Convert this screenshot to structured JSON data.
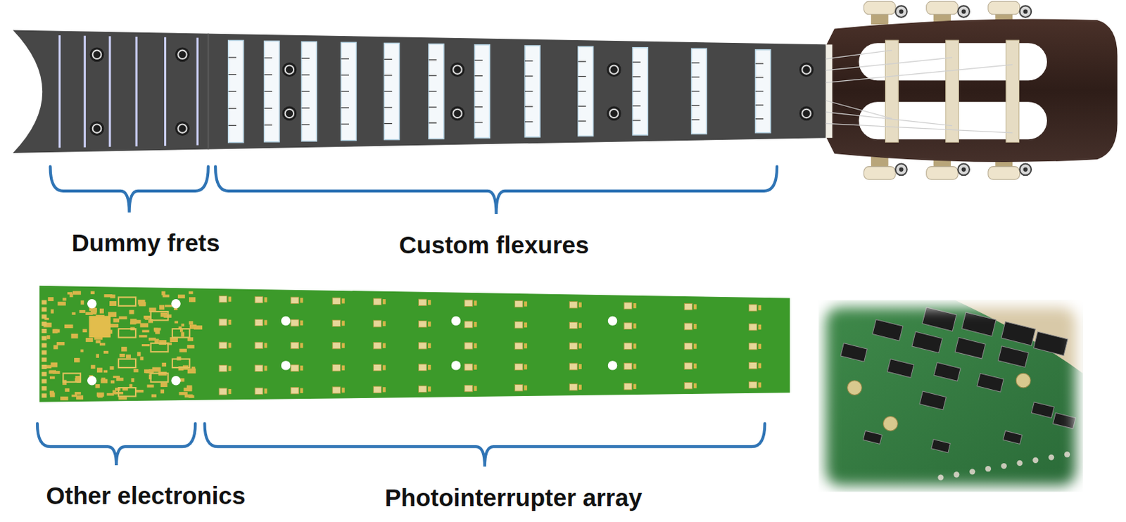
{
  "diagram": {
    "labels": [
      "Dummy frets",
      "Custom flexures",
      "Other electronics",
      "Photointerrupter array"
    ]
  }
}
